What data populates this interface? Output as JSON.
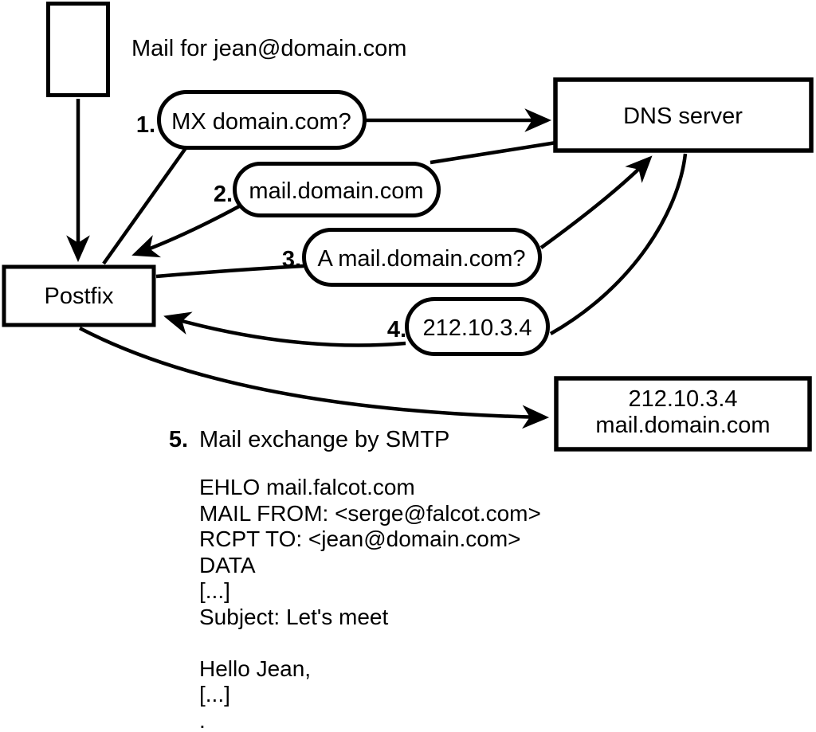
{
  "note": "Mail for jean@domain.com",
  "nodes": {
    "postfix": {
      "label": "Postfix"
    },
    "dns_server": {
      "label": "DNS server"
    },
    "mail_server": {
      "ip": "212.10.3.4",
      "hostname": "mail.domain.com"
    }
  },
  "steps": [
    {
      "num": "1.",
      "label": "MX domain.com?"
    },
    {
      "num": "2.",
      "label": "mail.domain.com"
    },
    {
      "num": "3.",
      "label": "A mail.domain.com?"
    },
    {
      "num": "4.",
      "label": "212.10.3.4"
    },
    {
      "num": "5.",
      "label": "Mail exchange by SMTP"
    }
  ],
  "smtp_session": {
    "lines": [
      "EHLO mail.falcot.com",
      "MAIL FROM: <serge@falcot.com>",
      "RCPT TO: <jean@domain.com>",
      "DATA",
      "[...]",
      "Subject: Let's meet",
      "",
      "Hello Jean,",
      "[...]",
      "."
    ]
  },
  "colors": {
    "ink": "#000000",
    "background": "#ffffff"
  }
}
